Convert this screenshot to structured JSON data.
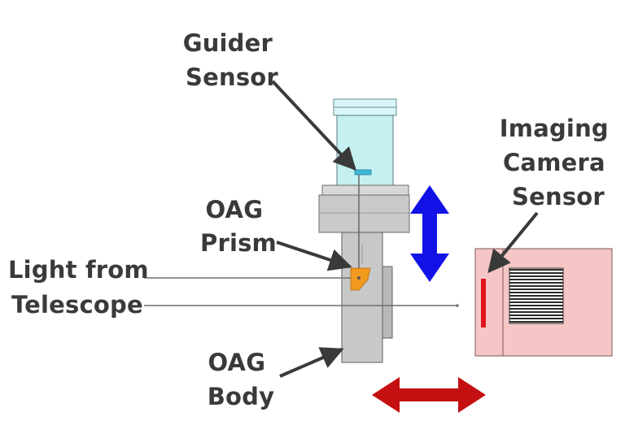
{
  "labels": {
    "guider_sensor": [
      "Guider",
      "Sensor"
    ],
    "imaging_sensor": [
      "Imaging",
      "Camera",
      "Sensor"
    ],
    "oag_prism": [
      "OAG",
      "Prism"
    ],
    "light": [
      "Light from",
      "Telescope"
    ],
    "oag_body": [
      "OAG",
      "Body"
    ]
  },
  "colors": {
    "guider_camera": "#c4f0f2",
    "guider_sensor": "#3fb8d8",
    "oag_body": "#c8c8c8",
    "prism": "#f29a1f",
    "imaging_camera": "#f6c6c6",
    "imaging_sensor": "#e0141c",
    "vertical_arrow": "#1212e6",
    "horizontal_arrow": "#c41010",
    "label_text": "#3a3a3a",
    "pointer": "#3a3a3a"
  },
  "icons": {
    "vertical_arrow": "double-headed-arrow-vertical",
    "horizontal_arrow": "double-headed-arrow-horizontal"
  }
}
